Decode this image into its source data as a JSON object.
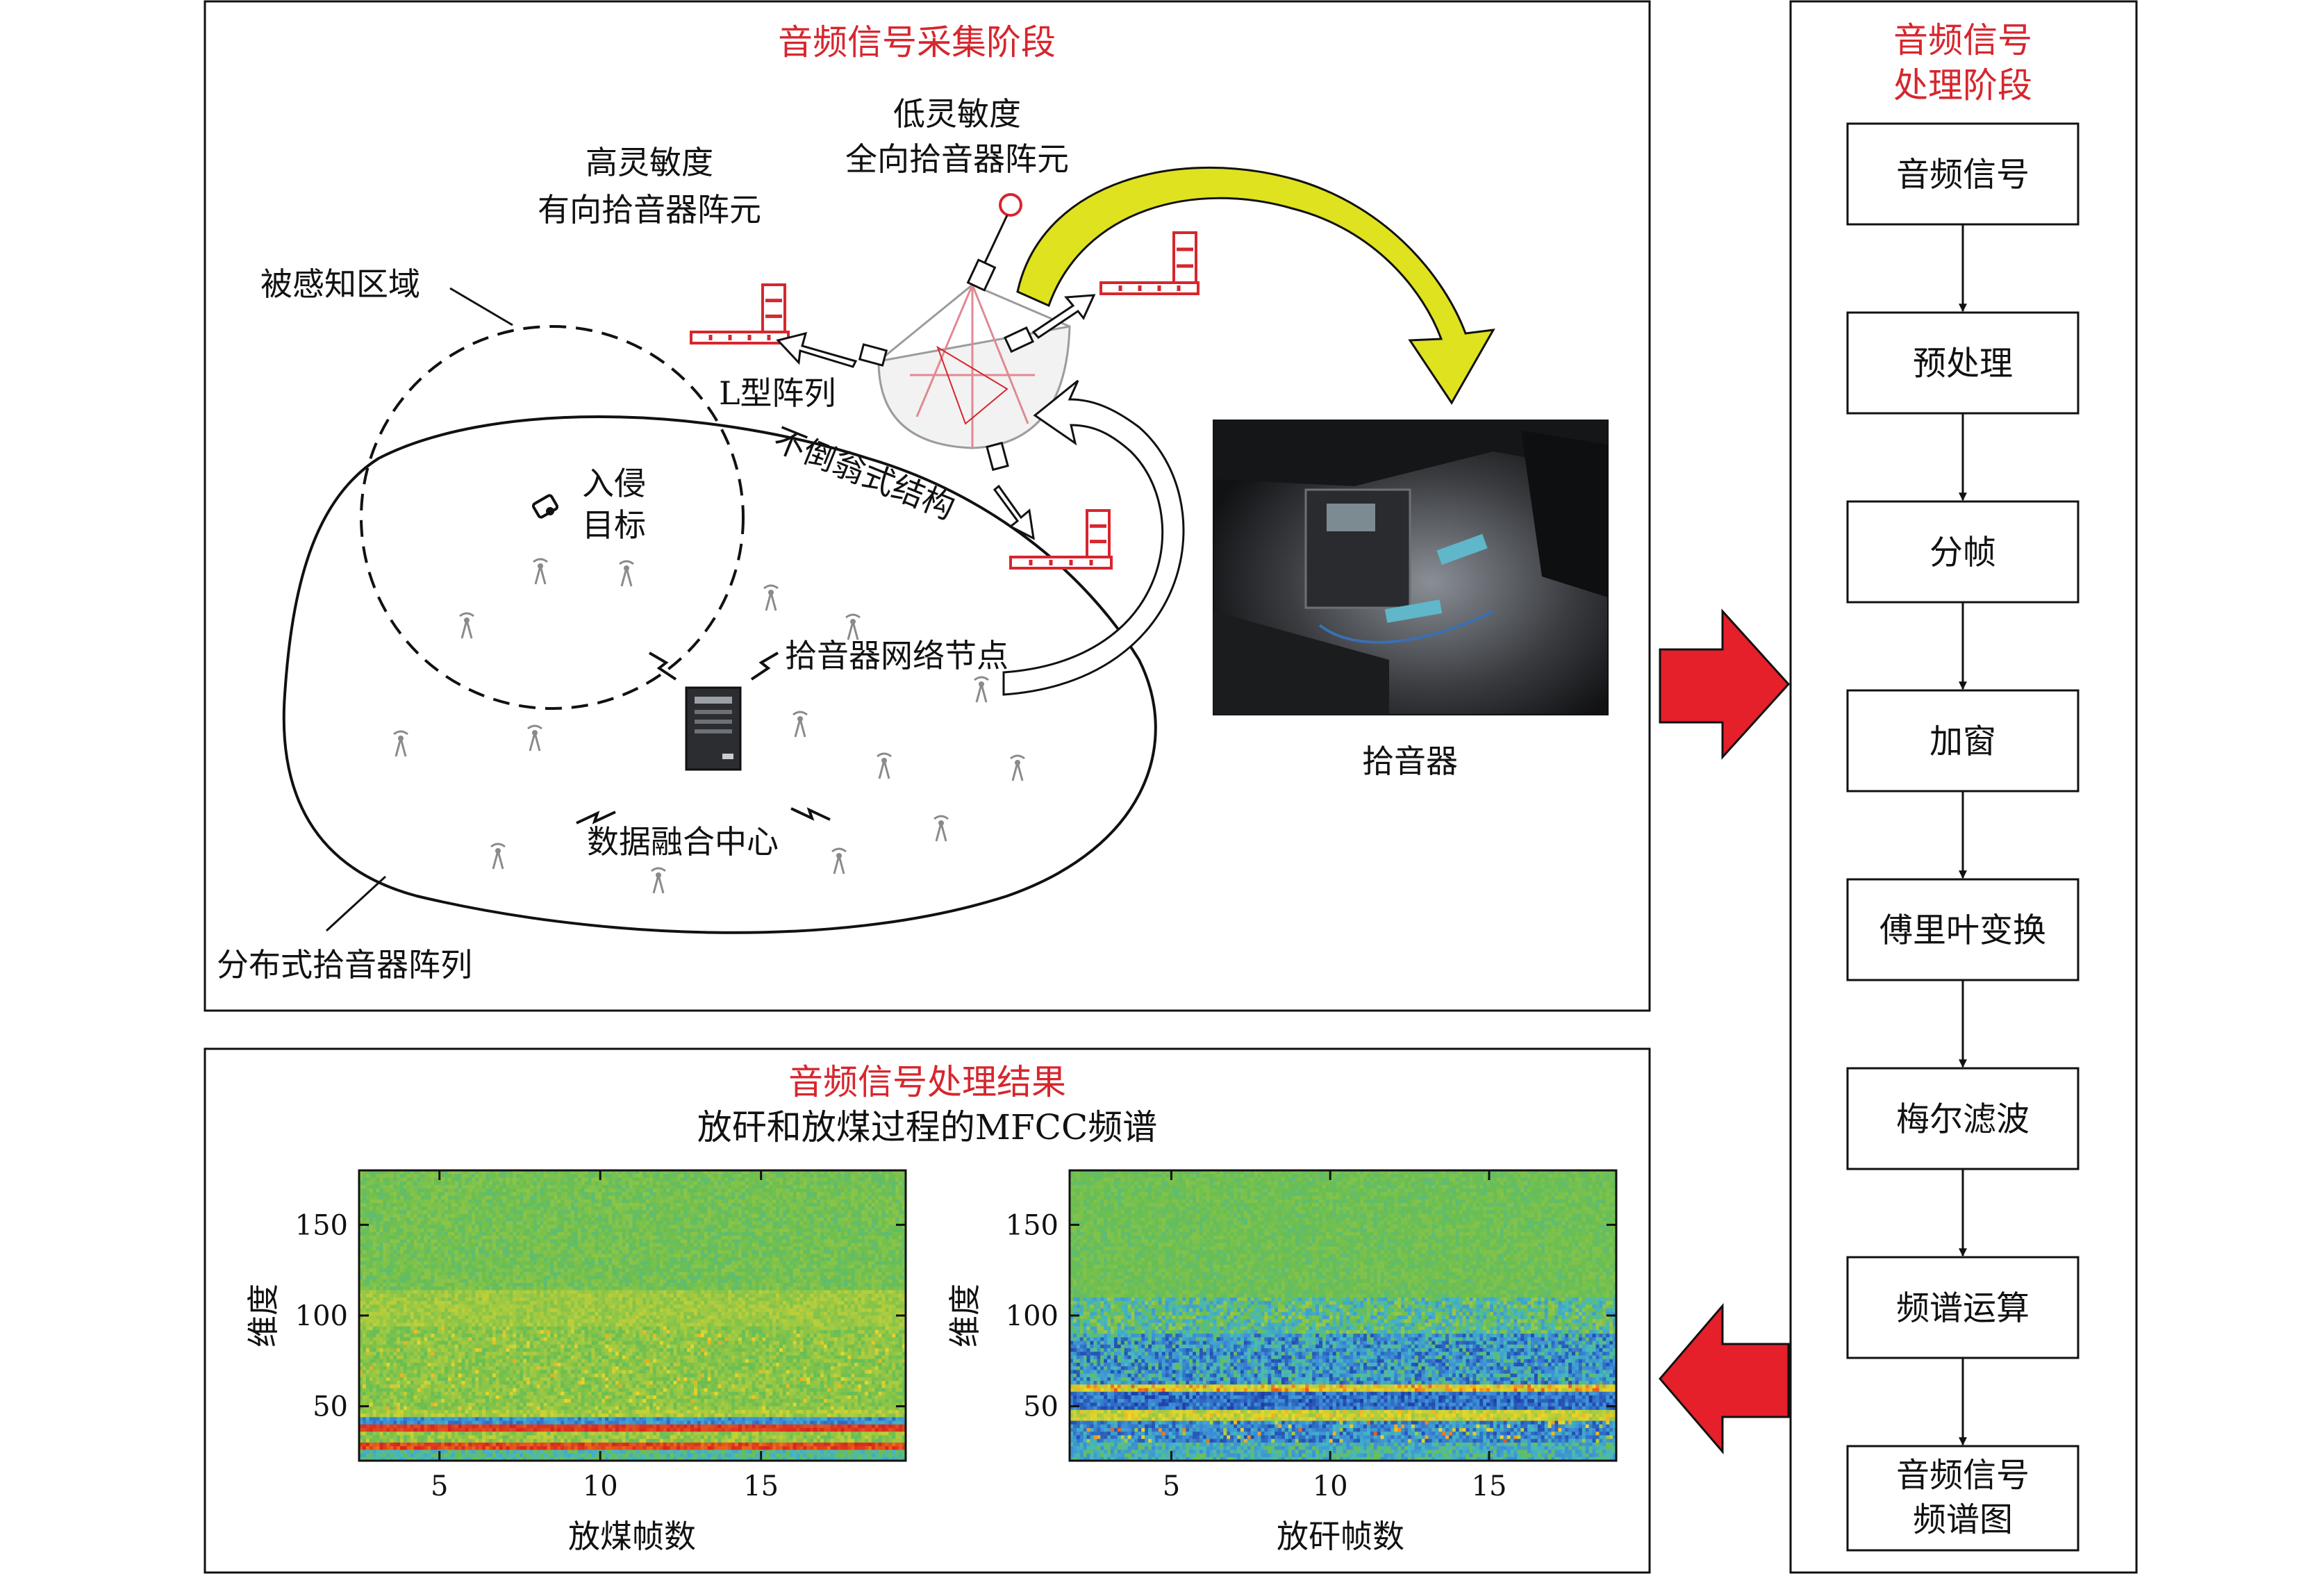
{
  "acquisition": {
    "title": "音频信号采集阶段",
    "labels": {
      "low_sensitivity": [
        "低灵敏度",
        "全向拾音器阵元"
      ],
      "high_sensitivity": [
        "高灵敏度",
        "有向拾音器阵元"
      ],
      "sensing_area": "被感知区域",
      "l_array": "L型阵列",
      "tumbler_structure": "不倒翁式结构",
      "intrusion_target": [
        "入侵",
        "目标"
      ],
      "network_node": "拾音器网络节点",
      "fusion_center": "数据融合中心",
      "distributed_array": "分布式拾音器阵列",
      "microphone": "拾音器"
    }
  },
  "processing": {
    "title": [
      "音频信号",
      "处理阶段"
    ],
    "steps": [
      [
        "音频信号"
      ],
      [
        "预处理"
      ],
      [
        "分帧"
      ],
      [
        "加窗"
      ],
      [
        "傅里叶变换"
      ],
      [
        "梅尔滤波"
      ],
      [
        "频谱运算"
      ],
      [
        "音频信号",
        "频谱图"
      ]
    ]
  },
  "results": {
    "title": "音频信号处理结果",
    "subtitle": "放矸和放煤过程的MFCC频谱"
  },
  "colors": {
    "title_red": "#d7262e",
    "arrow_red": "#e5202a",
    "arrow_yellow": "#dfe21e",
    "spectrogram_base": "#69bf52"
  },
  "chart_data": [
    {
      "type": "heatmap",
      "xlabel": "放煤帧数",
      "ylabel": "维度",
      "xlim": [
        2.5,
        19.5
      ],
      "ylim": [
        20,
        180
      ],
      "xticks": [
        5,
        10,
        15
      ],
      "yticks": [
        50,
        100,
        150
      ],
      "description_bands": "strong red/yellow horizontal bands near 28-45, green above, sparse yellow streaks"
    },
    {
      "type": "heatmap",
      "xlabel": "放矸帧数",
      "ylabel": "维度",
      "xlim": [
        1.8,
        19
      ],
      "ylim": [
        20,
        180
      ],
      "xticks": [
        5,
        10,
        15
      ],
      "yticks": [
        50,
        100,
        150
      ],
      "description_bands": "blue speckled region 25-90 with red/yellow band near 60, green above"
    }
  ]
}
